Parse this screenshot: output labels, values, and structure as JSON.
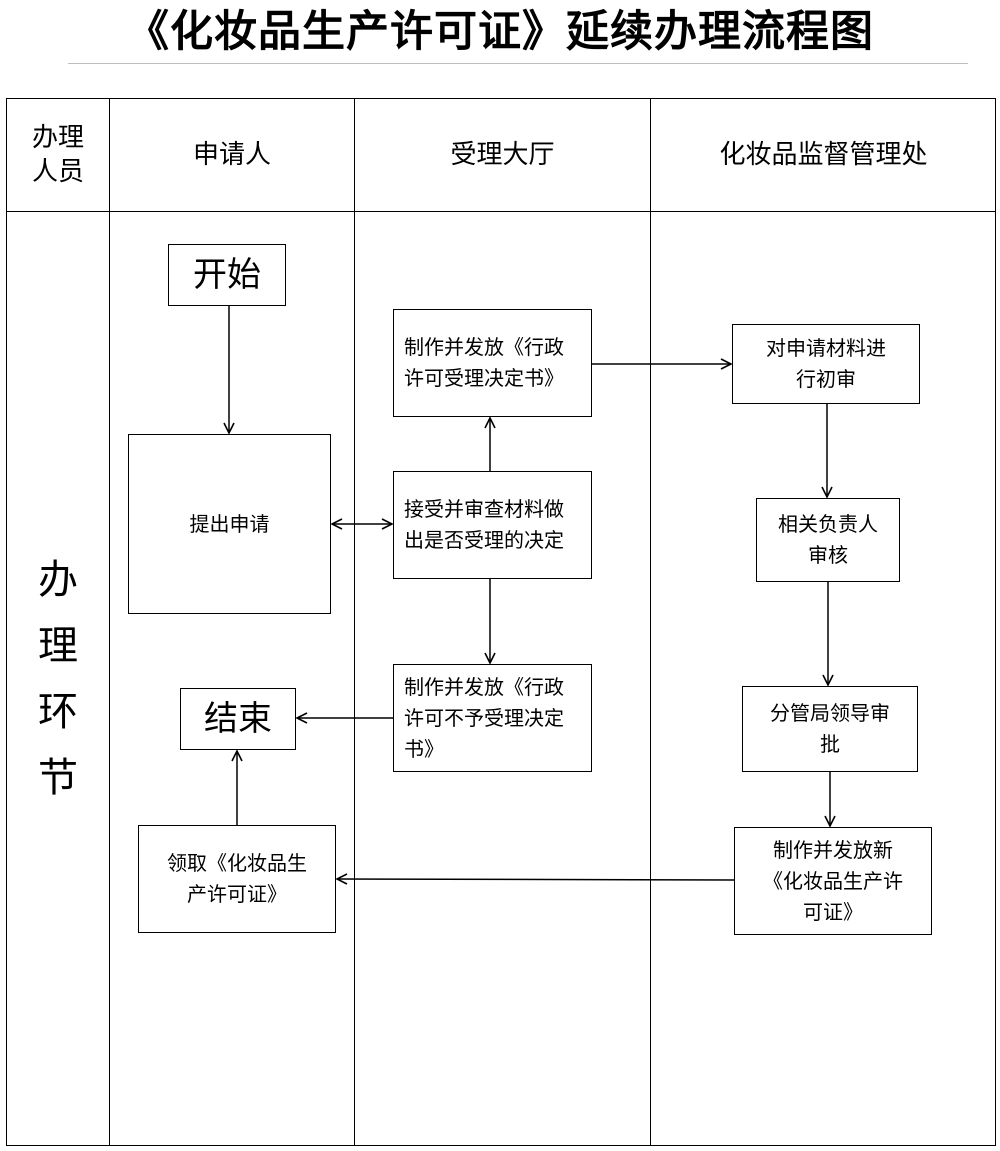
{
  "title": "《化妆品生产许可证》延续办理流程图",
  "header": {
    "role_label": "办理人员",
    "applicant": "申请人",
    "hall": "受理大厅",
    "office": "化妆品监督管理处"
  },
  "side_label": [
    "办",
    "理",
    "环",
    "节"
  ],
  "nodes": {
    "start": "开始",
    "submit": "提出申请",
    "issue_accept": "制作并发放《行政许可受理决定书》",
    "review_materials": "接受并审查材料做出是否受理的决定",
    "issue_reject": "制作并发放《行政许可不予受理决定书》",
    "end": "结束",
    "receive_license": "领取《化妆品生产许可证》",
    "initial_review": "对申请材料进行初审",
    "leader_review": "相关负责人审核",
    "bureau_approval": "分管局领导审批",
    "issue_new_license": "制作并发放新《化妆品生产许可证》"
  }
}
